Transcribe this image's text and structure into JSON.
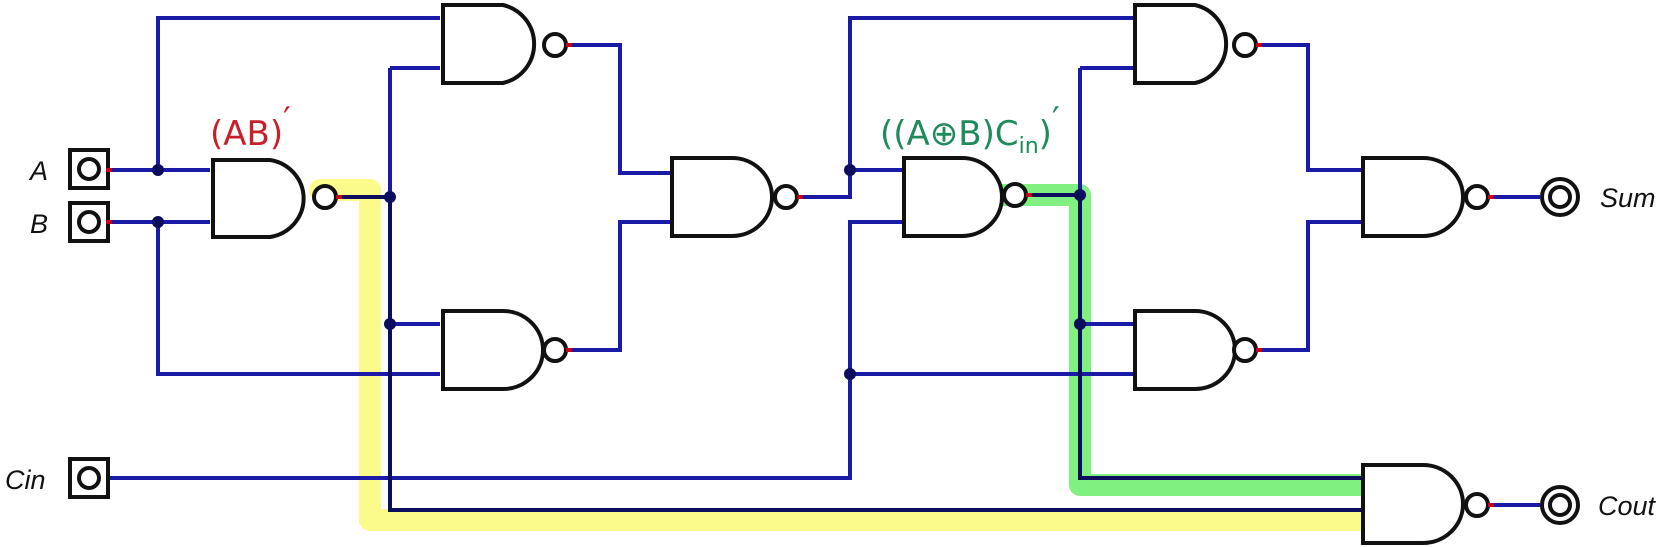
{
  "inputs": {
    "a": "A",
    "b": "B",
    "cin": "Cin"
  },
  "outputs": {
    "sum": "Sum",
    "cout": "Cout"
  },
  "annotations": {
    "nand_ab": {
      "text": "(AB)",
      "prime": "′"
    },
    "nand_xor_cin": {
      "text": "((A⊕B)C",
      "sub": "in",
      "close": ")",
      "prime": "′"
    }
  },
  "colors": {
    "wire": "#1a1aa6",
    "gate_outline": "#111111",
    "pin": "#c8001e",
    "highlight_ab": "#fbfb8c",
    "highlight_cout": "#80f080",
    "annotation_ab": "#c8202a",
    "annotation_xor_cin": "#1f8a5a"
  }
}
